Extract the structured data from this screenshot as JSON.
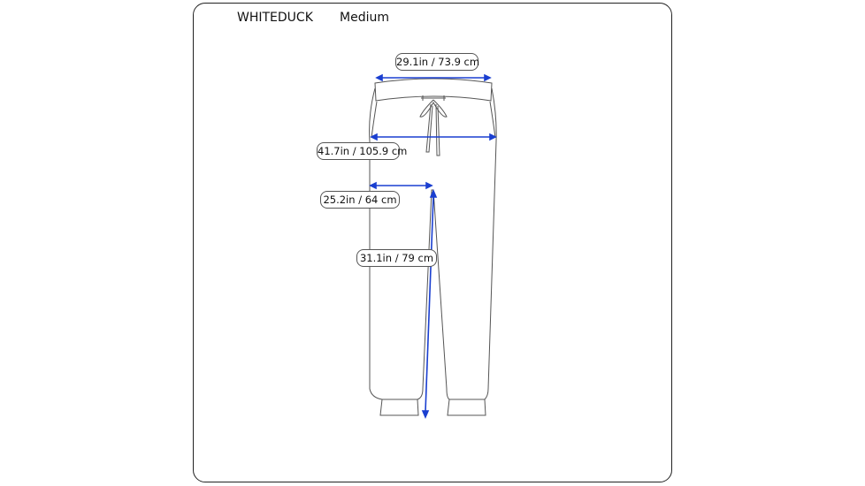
{
  "brand": "WHITEDUCK",
  "size": "Medium",
  "accent_color": "#1a3fd0",
  "measurements": {
    "waist": "29.1in / 73.9 cm",
    "hip": "41.7in / 105.9 cm",
    "thigh": "25.2in / 64 cm",
    "inseam": "31.1in / 79 cm"
  }
}
